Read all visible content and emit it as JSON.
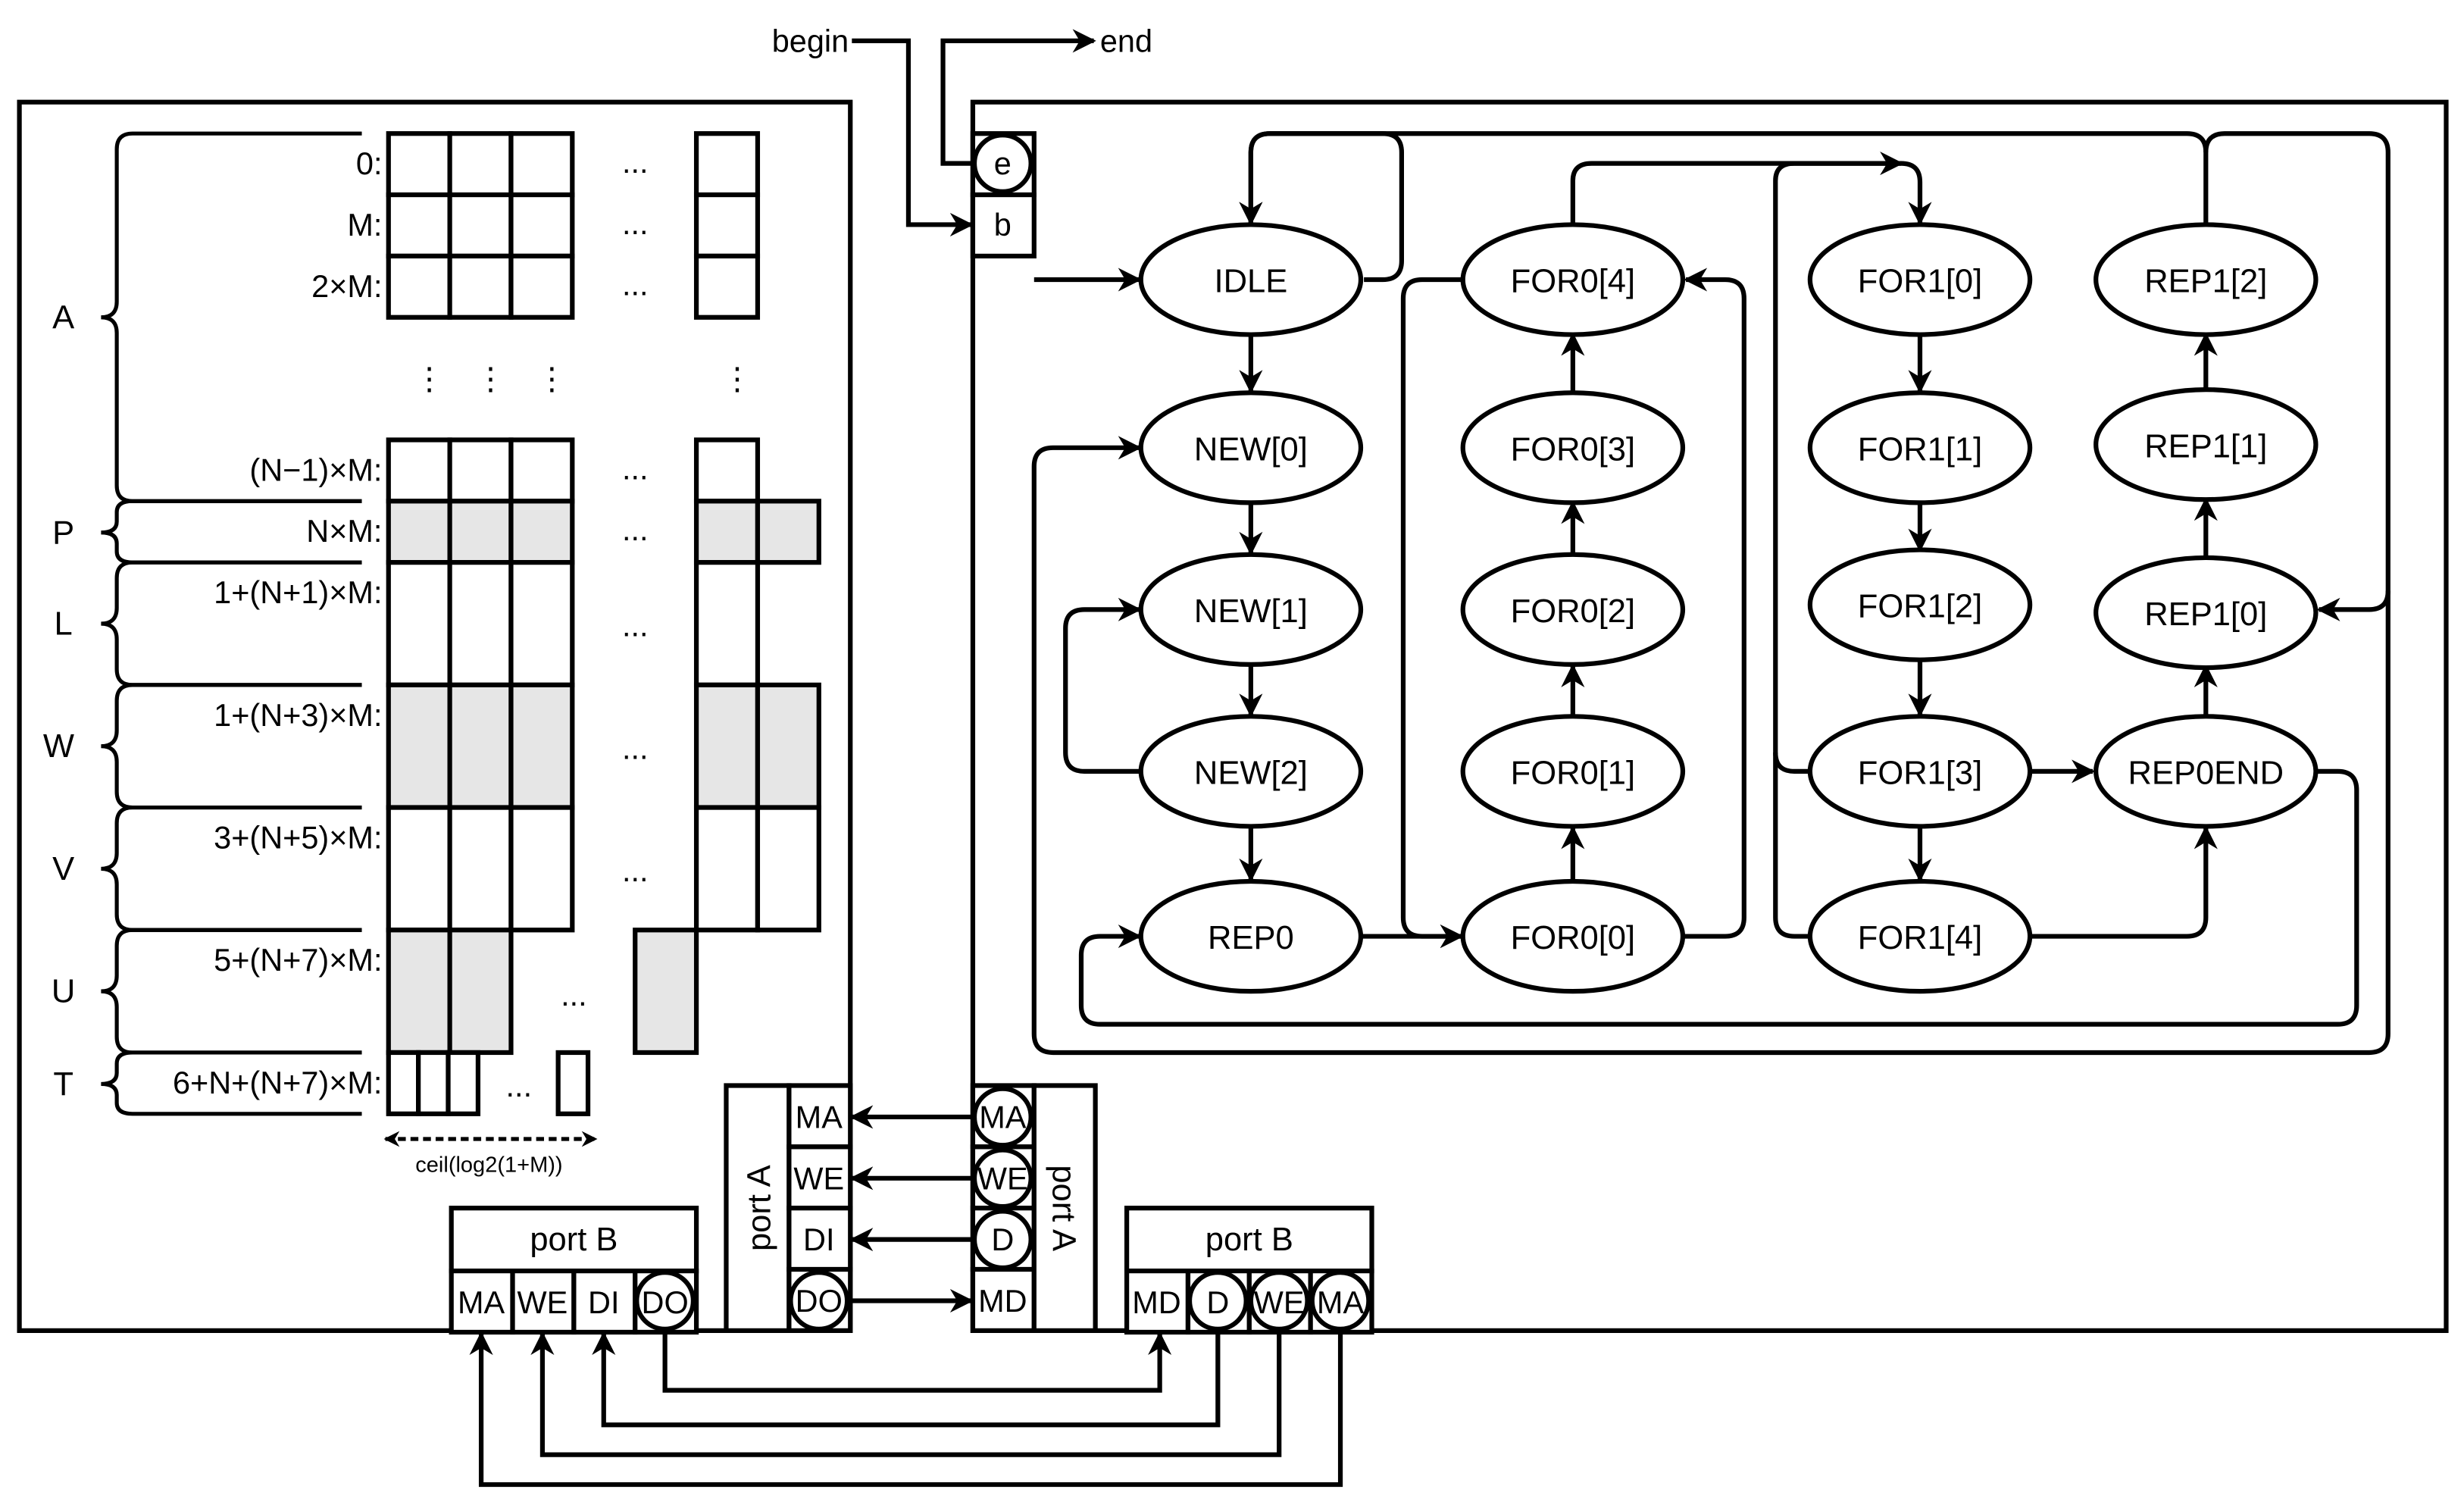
{
  "io": {
    "begin": "begin",
    "end": "end",
    "e": "e",
    "b": "b"
  },
  "memory": {
    "groups": [
      {
        "name": "A",
        "rows": [
          "0:",
          "M:",
          "2×M:",
          "(N−1)×M:"
        ]
      },
      {
        "name": "P",
        "rows": [
          "N×M:"
        ]
      },
      {
        "name": "L",
        "rows": [
          "1+(N+1)×M:"
        ]
      },
      {
        "name": "W",
        "rows": [
          "1+(N+3)×M:"
        ]
      },
      {
        "name": "V",
        "rows": [
          "3+(N+5)×M:"
        ]
      },
      {
        "name": "U",
        "rows": [
          "5+(N+7)×M:"
        ]
      },
      {
        "name": "T",
        "rows": [
          "6+N+(N+7)×M:"
        ]
      }
    ],
    "ellipsis_h": "...",
    "ellipsis_v": "⋮",
    "width_label": "ceil(log2(1+M))"
  },
  "ports": {
    "mem_port_a": {
      "title": "port A",
      "pins": [
        "MA",
        "WE",
        "DI",
        "DO"
      ]
    },
    "mem_port_b": {
      "title": "port B",
      "pins": [
        "MA",
        "WE",
        "DI",
        "DO"
      ]
    },
    "fsm_port_a": {
      "title": "port A",
      "pins": [
        "MA",
        "WE",
        "D",
        "MD"
      ]
    },
    "fsm_port_b": {
      "title": "port B",
      "pins": [
        "MD",
        "D",
        "WE",
        "MA"
      ]
    }
  },
  "states": {
    "idle": "IDLE",
    "new0": "NEW[0]",
    "new1": "NEW[1]",
    "new2": "NEW[2]",
    "rep0": "REP0",
    "for00": "FOR0[0]",
    "for01": "FOR0[1]",
    "for02": "FOR0[2]",
    "for03": "FOR0[3]",
    "for04": "FOR0[4]",
    "for10": "FOR1[0]",
    "for11": "FOR1[1]",
    "for12": "FOR1[2]",
    "for13": "FOR1[3]",
    "for14": "FOR1[4]",
    "rep0end": "REP0END",
    "rep10": "REP1[0]",
    "rep11": "REP1[1]",
    "rep12": "REP1[2]"
  }
}
